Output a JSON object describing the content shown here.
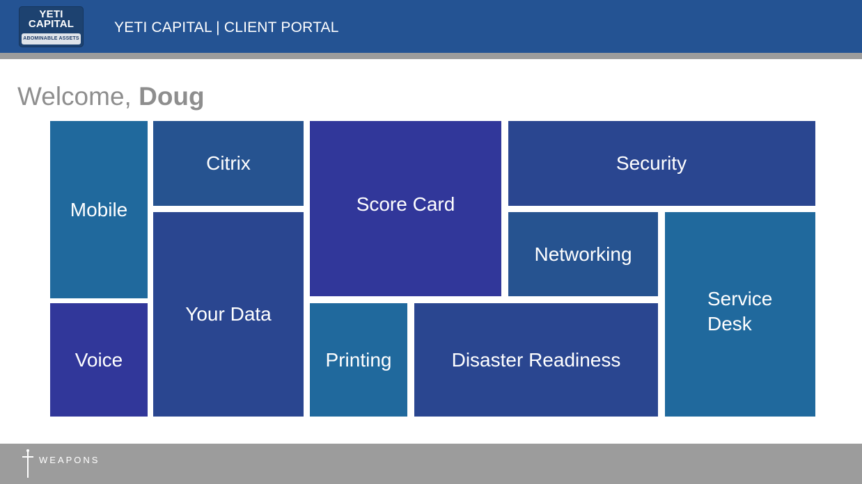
{
  "header": {
    "logo": {
      "line1": "YETI",
      "line2": "CAPITAL",
      "badge": "ABOMINABLE ASSETS"
    },
    "title": "YETI CAPITAL | CLIENT PORTAL"
  },
  "welcome": {
    "greeting": "Welcome, ",
    "name": "Doug"
  },
  "tiles": {
    "mobile": "Mobile",
    "voice": "Voice",
    "citrix": "Citrix",
    "your_data": "Your Data",
    "score_card": "Score Card",
    "printing": "Printing",
    "disaster_readiness": "Disaster Readiness",
    "security": "Security",
    "networking": "Networking",
    "service_desk_line1": "Service",
    "service_desk_line2": "Desk"
  },
  "colors": {
    "header": "#245393",
    "teal": "#20699d",
    "mid_blue": "#265390",
    "navy": "#2a4690",
    "indigo": "#31379a"
  },
  "footer": {
    "brand": "WEAPONS",
    "icon": "dagger-icon"
  }
}
